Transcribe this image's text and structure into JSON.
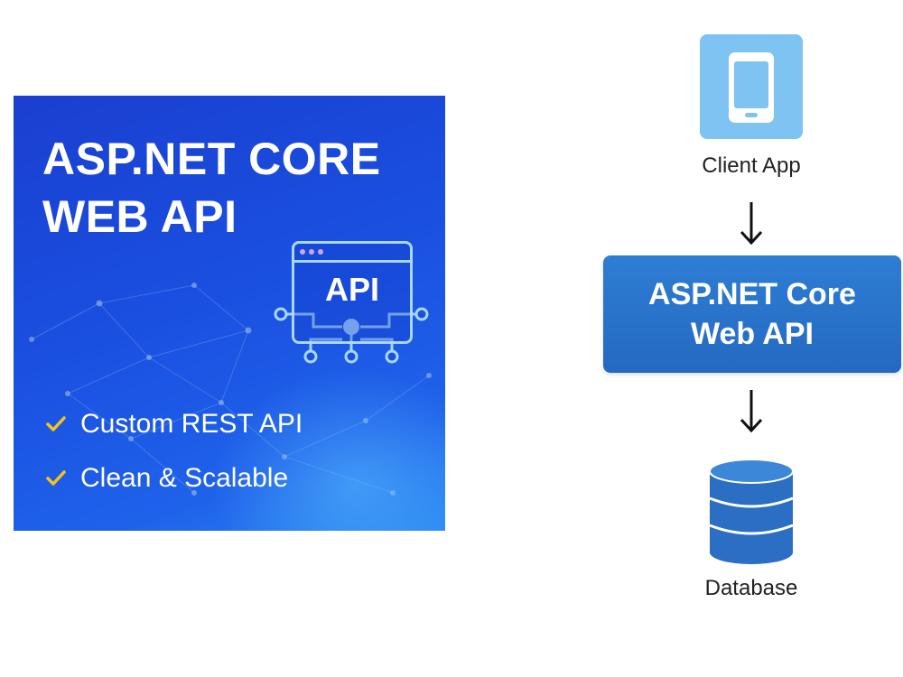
{
  "promo": {
    "title_line1": "ASP.NET CORE",
    "title_line2": "WEB API",
    "api_badge": "API",
    "features": [
      "Custom REST API",
      "Clean & Scalable"
    ],
    "check_color": "#f5c518",
    "accent_color": "#1a4fe0"
  },
  "flow": {
    "client_label": "Client App",
    "api_line1": "ASP.NET Core",
    "api_line2": "Web API",
    "db_label": "Database",
    "icons": [
      "smartphone-icon",
      "arrow-down-icon",
      "database-icon"
    ],
    "api_box_color": "#2a73cc",
    "client_icon_color": "#7ec3f2",
    "db_color": "#2a6fc4"
  }
}
